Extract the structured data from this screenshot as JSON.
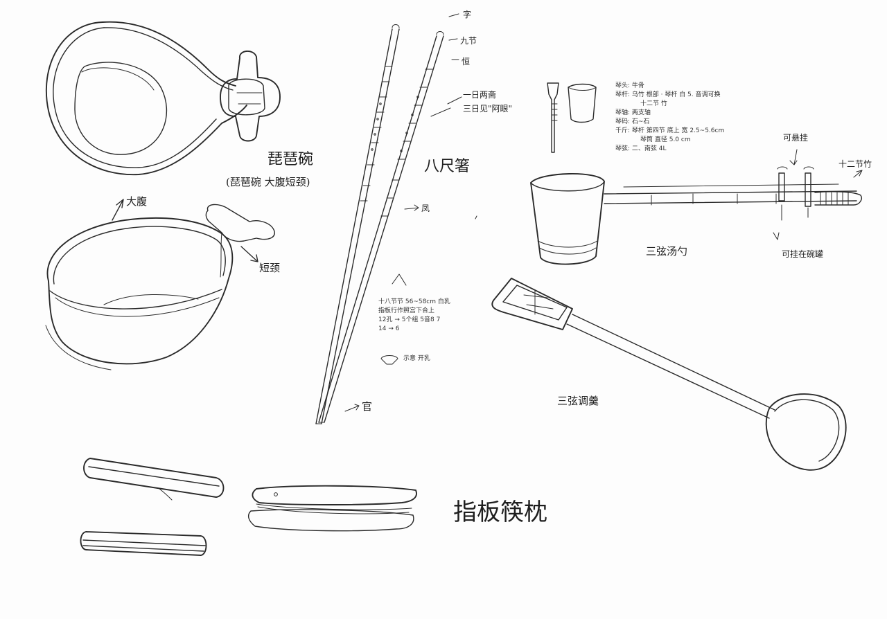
{
  "labels": {
    "pipa_title": "琵琶碗",
    "pipa_sub": "(琵琶碗 大腹短颈)",
    "big_belly": "大腹",
    "short_neck": "短颈",
    "chopsticks_title": "八尺箸",
    "chop_top_1": "字",
    "chop_top_2": "九节",
    "chop_top_3": "恒",
    "chop_mid_1": "一日两斋",
    "chop_mid_2": "三日见\"阿眼\"",
    "chop_arrow_label": "凤",
    "chop_bottom": "官",
    "ladle_title": "三弦汤勺",
    "ladle_hanger": "可悬挂",
    "ladle_tip": "十二节竹",
    "ladle_note": "可挂在碗罐",
    "spoon_title": "三弦调羹",
    "rest_title": "指板筷枕"
  },
  "chop_notes": [
    "十八节节 56~58cm 白乳",
    "指板行作照宫下合上",
    "12孔 → 5个组 5音8 7",
    "14 → 6"
  ],
  "chop_inset_note": "示意 开乳",
  "ladle_notes": [
    "琴头: 牛骨",
    "琴杆: 乌竹 根部 · 琴杆 白 5. 音调可换",
    "十二节 竹",
    "琴轴: 两支轴",
    "琴码: 石~石",
    "千斤: 琴杆 第四节 底上 宽 2.5~5.6cm",
    "琴筒 直径 5.0 cm",
    "琴弦: 二、南弦 4L"
  ]
}
